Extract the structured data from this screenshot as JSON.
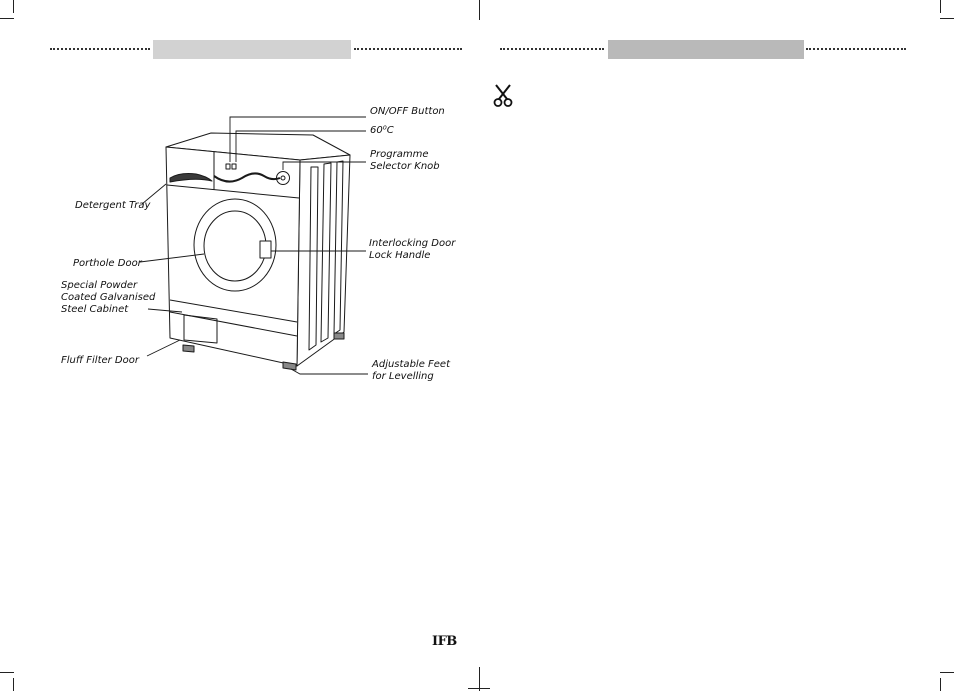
{
  "colors": {
    "left_header_bar": "#d2d2d2",
    "right_header_bar": "#b9b9b9",
    "line": "#1a1a1a"
  },
  "icons": {
    "scissors": "scissors-icon"
  },
  "diagram": {
    "labels": {
      "on_off": [
        "ON/OFF Button"
      ],
      "temp": "60⁰C",
      "programme": [
        "Programme",
        "Selector Knob"
      ],
      "detergent": [
        "Detergent Tray"
      ],
      "porthole": [
        "Porthole Door"
      ],
      "cabinet": [
        "Special Powder",
        "Coated Galvanised",
        "Steel Cabinet"
      ],
      "interlock": [
        "Interlocking Door",
        "Lock Handle"
      ],
      "fluff": [
        "Fluff Filter Door"
      ],
      "feet": [
        "Adjustable Feet",
        "for Levelling"
      ]
    }
  },
  "footer": {
    "brand": "IFB"
  }
}
